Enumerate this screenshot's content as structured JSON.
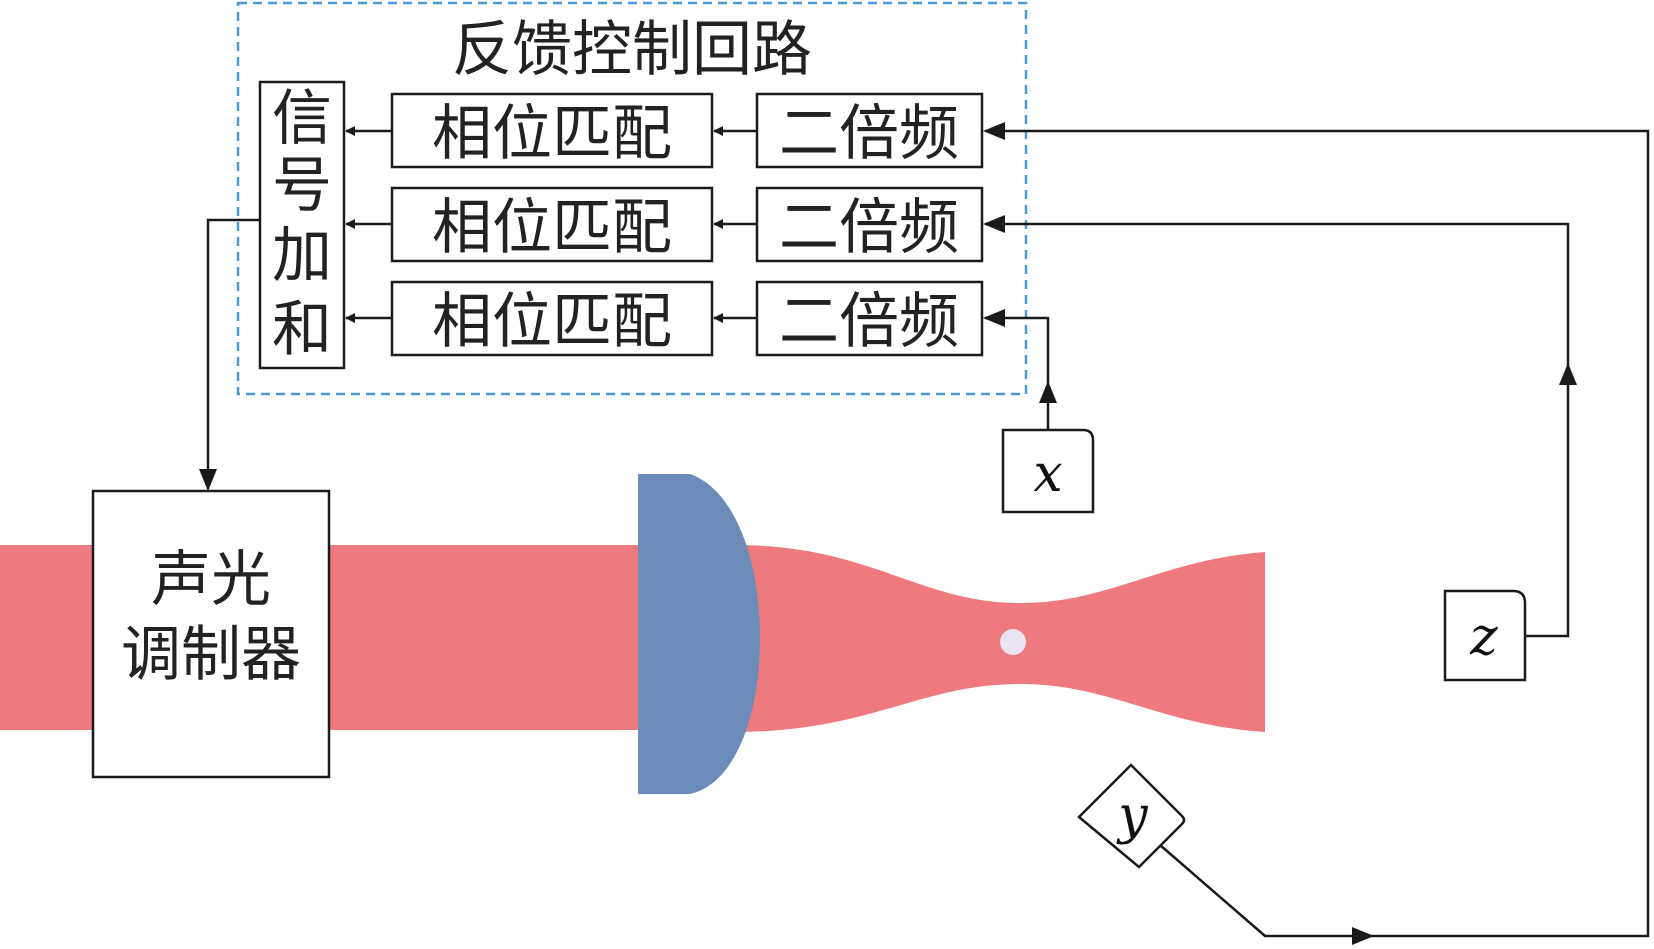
{
  "feedback_loop": {
    "title": "反馈控制回路",
    "sum_chars": [
      "信",
      "号",
      "加",
      "和"
    ],
    "phase_labels": [
      "相位匹配",
      "相位匹配",
      "相位匹配"
    ],
    "doubler_labels": [
      "二倍频",
      "二倍频",
      "二倍频"
    ]
  },
  "aom": {
    "line1": "声光",
    "line2": "调制器"
  },
  "sensors": {
    "x": "x",
    "y": "y",
    "z": "z"
  },
  "colors": {
    "beam": "#ee7a7e",
    "lens": "#6b8cb8",
    "particle": "#e9e3f2",
    "loop_border": "#4a9ad6",
    "line": "#1a1a1a"
  }
}
